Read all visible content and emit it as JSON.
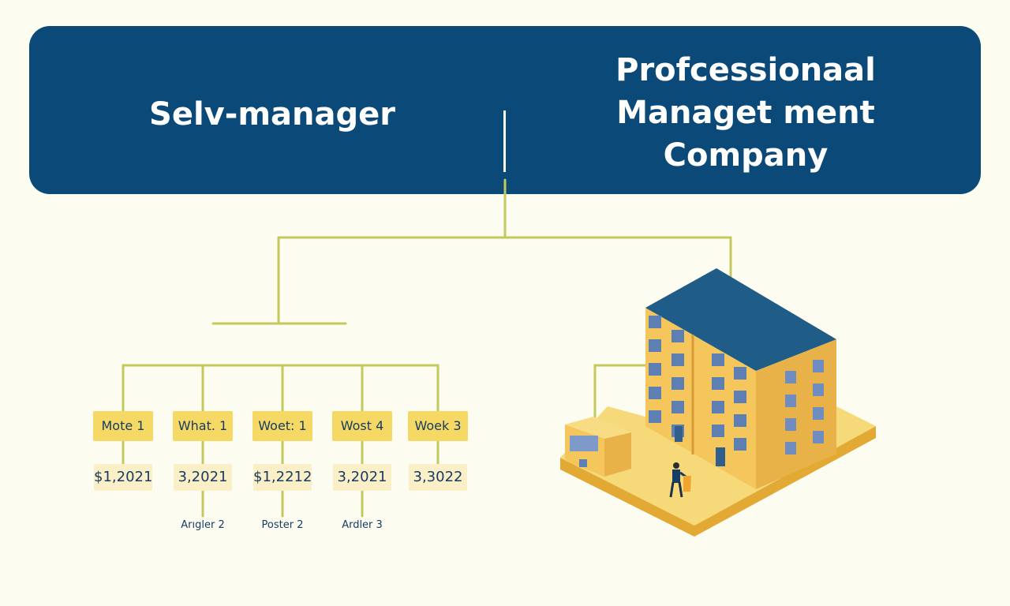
{
  "header": {
    "left_title": "Selv-manager",
    "right_title": [
      "Profcessionaal",
      "Managet ment",
      "Company"
    ]
  },
  "tree": {
    "nodes": [
      {
        "week": "Mote 1",
        "amount": "$1,2021",
        "sub": ""
      },
      {
        "week": "What. 1",
        "amount": "3,2021",
        "sub": "Arıgler 2"
      },
      {
        "week": "Woet: 1",
        "amount": "$1,2212",
        "sub": "Poster 2"
      },
      {
        "week": "Wost 4",
        "amount": "3,2021",
        "sub": "Ardler 3"
      },
      {
        "week": "Woek 3",
        "amount": "3,3022",
        "sub": ""
      }
    ]
  },
  "colors": {
    "banner": "#0b4a78",
    "background": "#fdfcf1",
    "line": "#c3c95d",
    "week_box": "#f6d964",
    "amount_box": "#faefc7",
    "building": "#f4c65c",
    "roof": "#1f5d88",
    "text": "#173c63"
  },
  "icons": {
    "building": "apartment-building-icon",
    "person": "person-with-bag-icon"
  }
}
